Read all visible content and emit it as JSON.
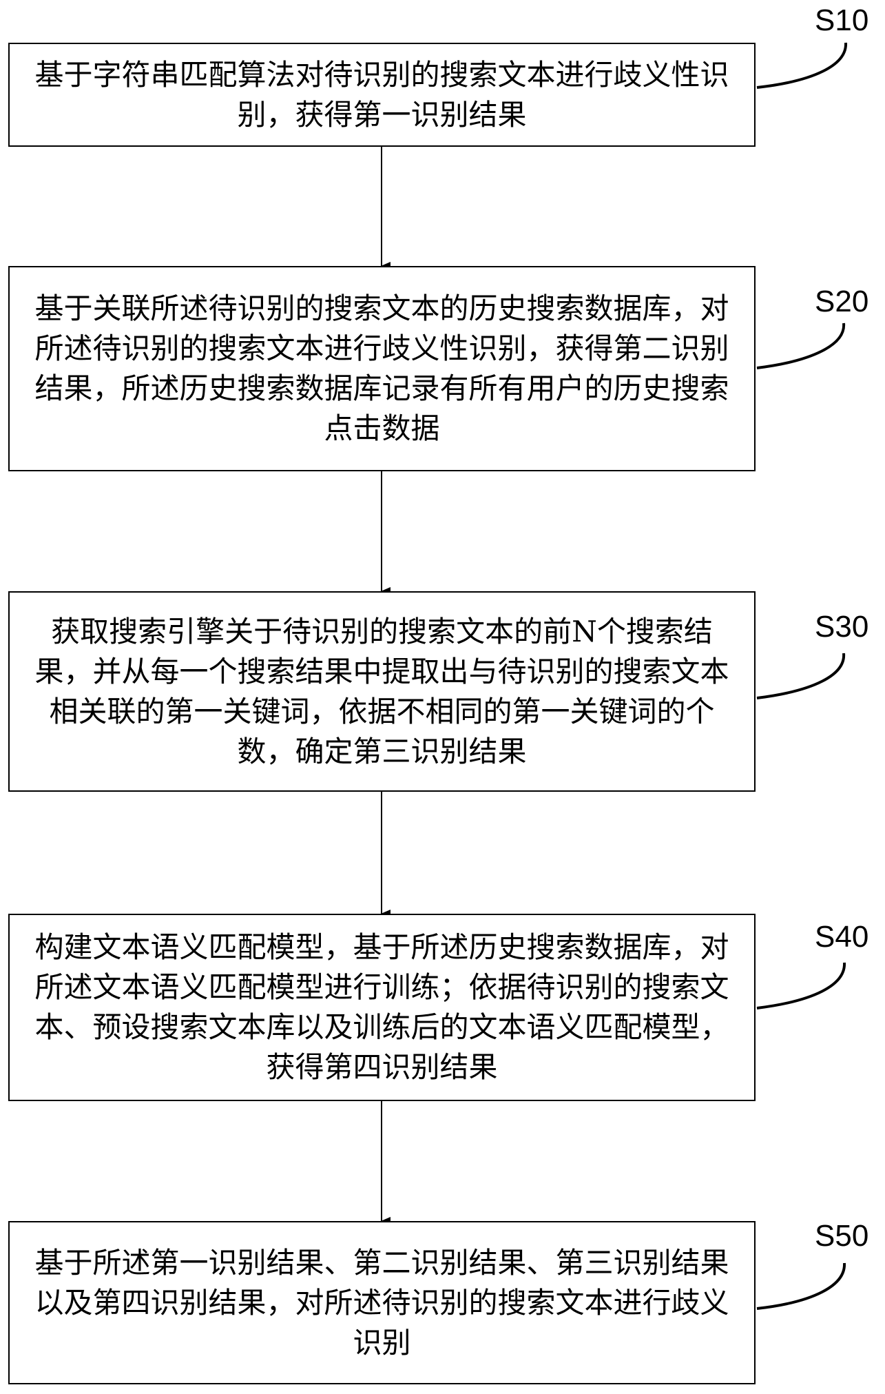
{
  "diagram": {
    "type": "flowchart",
    "direction": "top-to-bottom",
    "steps": [
      {
        "id": "S10",
        "label": "S10",
        "text": "基于字符串匹配算法对待识别的搜索文本进行歧义性识别，获得第一识别结果"
      },
      {
        "id": "S20",
        "label": "S20",
        "text": "基于关联所述待识别的搜索文本的历史搜索数据库，对所述待识别的搜索文本进行歧义性识别，获得第二识别结果，所述历史搜索数据库记录有所有用户的历史搜索点击数据"
      },
      {
        "id": "S30",
        "label": "S30",
        "text": "获取搜索引擎关于待识别的搜索文本的前N个搜索结果，并从每一个搜索结果中提取出与待识别的搜索文本相关联的第一关键词，依据不相同的第一关键词的个数，确定第三识别结果"
      },
      {
        "id": "S40",
        "label": "S40",
        "text": "构建文本语义匹配模型，基于所述历史搜索数据库，对所述文本语义匹配模型进行训练；依据待识别的搜索文本、预设搜索文本库以及训练后的文本语义匹配模型，获得第四识别结果"
      },
      {
        "id": "S50",
        "label": "S50",
        "text": "基于所述第一识别结果、第二识别结果、第三识别结果以及第四识别结果，对所述待识别的搜索文本进行歧义识别"
      }
    ],
    "edges": [
      {
        "from": "S10",
        "to": "S20"
      },
      {
        "from": "S20",
        "to": "S30"
      },
      {
        "from": "S30",
        "to": "S40"
      },
      {
        "from": "S40",
        "to": "S50"
      }
    ],
    "colors": {
      "stroke": "#000000",
      "background": "#ffffff",
      "text": "#000000"
    }
  }
}
